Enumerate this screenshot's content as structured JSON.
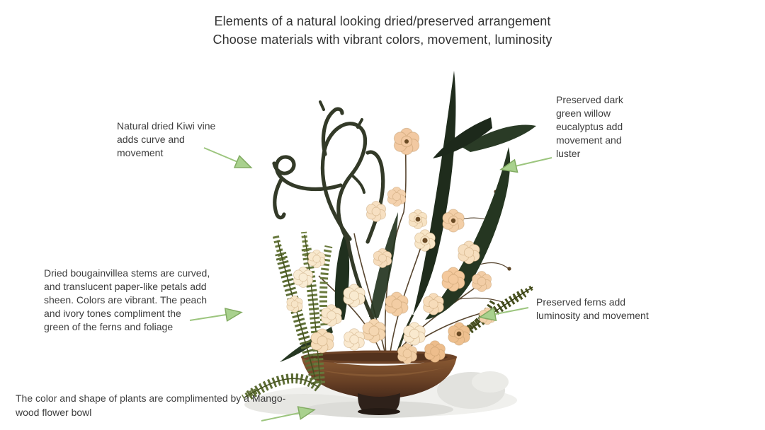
{
  "title": {
    "text": "Elements of a natural looking dried/preserved arrangement\nChoose materials with vibrant colors, movement, luminosity"
  },
  "annotations": {
    "kiwi_vine": {
      "text": "Natural dried Kiwi vine\nadds curve and\nmovement"
    },
    "eucalyptus": {
      "text": "Preserved dark\ngreen willow\neucalyptus add\nmovement and\nluster"
    },
    "bougainvillea": {
      "text": "Dried bougainvillea stems are curved,\nand translucent paper-like petals add\nsheen. Colors are vibrant. The peach\nand ivory tones compliment the\ngreen of the ferns and foliage"
    },
    "ferns": {
      "text": "Preserved ferns add\nluminosity and movement"
    },
    "bowl": {
      "text": "The color and shape of plants are complimented by a Mango-\nwood flower bowl"
    }
  },
  "colors": {
    "arrow_fill": "#a9d18e",
    "arrow_edge": "#82ab62",
    "arrow_line": "#9cc57e",
    "text": "#3d3d3d",
    "title_text": "#323232",
    "eucalyptus_green": "#223120",
    "fern_olive": "#5d6d35",
    "vine_dark": "#333a28",
    "flower_peach": "#f3cda4",
    "flower_ivory": "#f9ead0",
    "bowl_brown": "#774b2a"
  }
}
